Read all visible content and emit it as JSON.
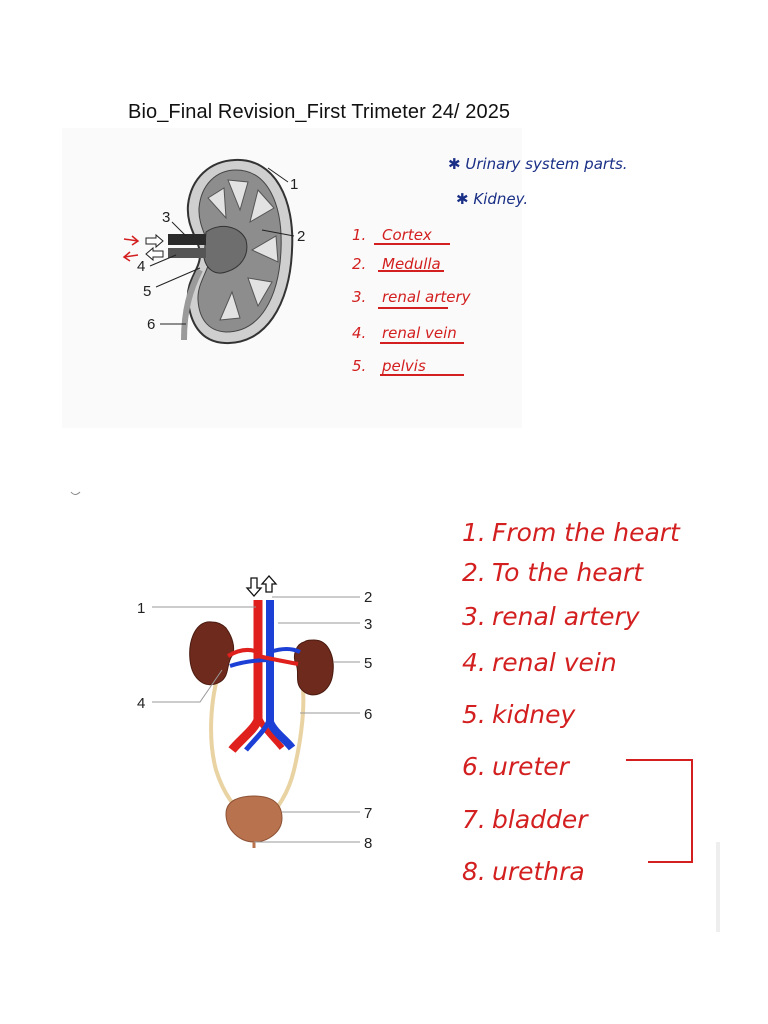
{
  "title": "Bio_Final Revision_First Trimeter 24/ 2025",
  "notes": {
    "heading1": "Urinary system parts.",
    "heading2": "Kidney."
  },
  "kidney_diagram": {
    "labels": [
      "1",
      "2",
      "3",
      "4",
      "5",
      "6"
    ]
  },
  "kidney_answers": [
    {
      "n": "1.",
      "text": "Cortex"
    },
    {
      "n": "2.",
      "text": "Medulla"
    },
    {
      "n": "3.",
      "text": "renal artery"
    },
    {
      "n": "4.",
      "text": "renal vein"
    },
    {
      "n": "5.",
      "text": "pelvis"
    }
  ],
  "urinary_diagram": {
    "labels": [
      "1",
      "2",
      "3",
      "4",
      "5",
      "6",
      "7",
      "8"
    ]
  },
  "urinary_answers": [
    {
      "n": "1.",
      "text": "From the heart"
    },
    {
      "n": "2.",
      "text": "To the heart"
    },
    {
      "n": "3.",
      "text": "renal artery"
    },
    {
      "n": "4.",
      "text": "renal vein"
    },
    {
      "n": "5.",
      "text": "kidney"
    },
    {
      "n": "6.",
      "text": "ureter"
    },
    {
      "n": "7.",
      "text": "bladder"
    },
    {
      "n": "8.",
      "text": "urethra"
    }
  ],
  "colors": {
    "ink_blue": "#1a2f86",
    "ink_red": "#d31f1f"
  }
}
